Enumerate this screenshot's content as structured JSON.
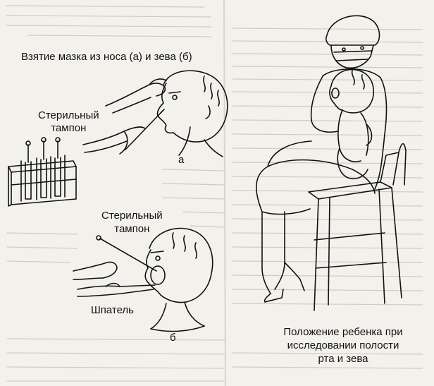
{
  "figure": {
    "title": "Взятие мазка из носа (а) и зева (б)",
    "label_tampon_top_line1": "Стерильный",
    "label_tampon_top_line2": "тампон",
    "label_a": "а",
    "label_tampon_bottom_line1": "Стерильный",
    "label_tampon_bottom_line2": "тампон",
    "label_spatel": "Шпатель",
    "label_b": "б",
    "caption_line1": "Положение ребенка при",
    "caption_line2": "исследовании полости",
    "caption_line3": "рта и зева"
  },
  "colors": {
    "ink": "#111111",
    "paper": "#f3f1ec",
    "bleed_through": "#b9b5ad"
  }
}
